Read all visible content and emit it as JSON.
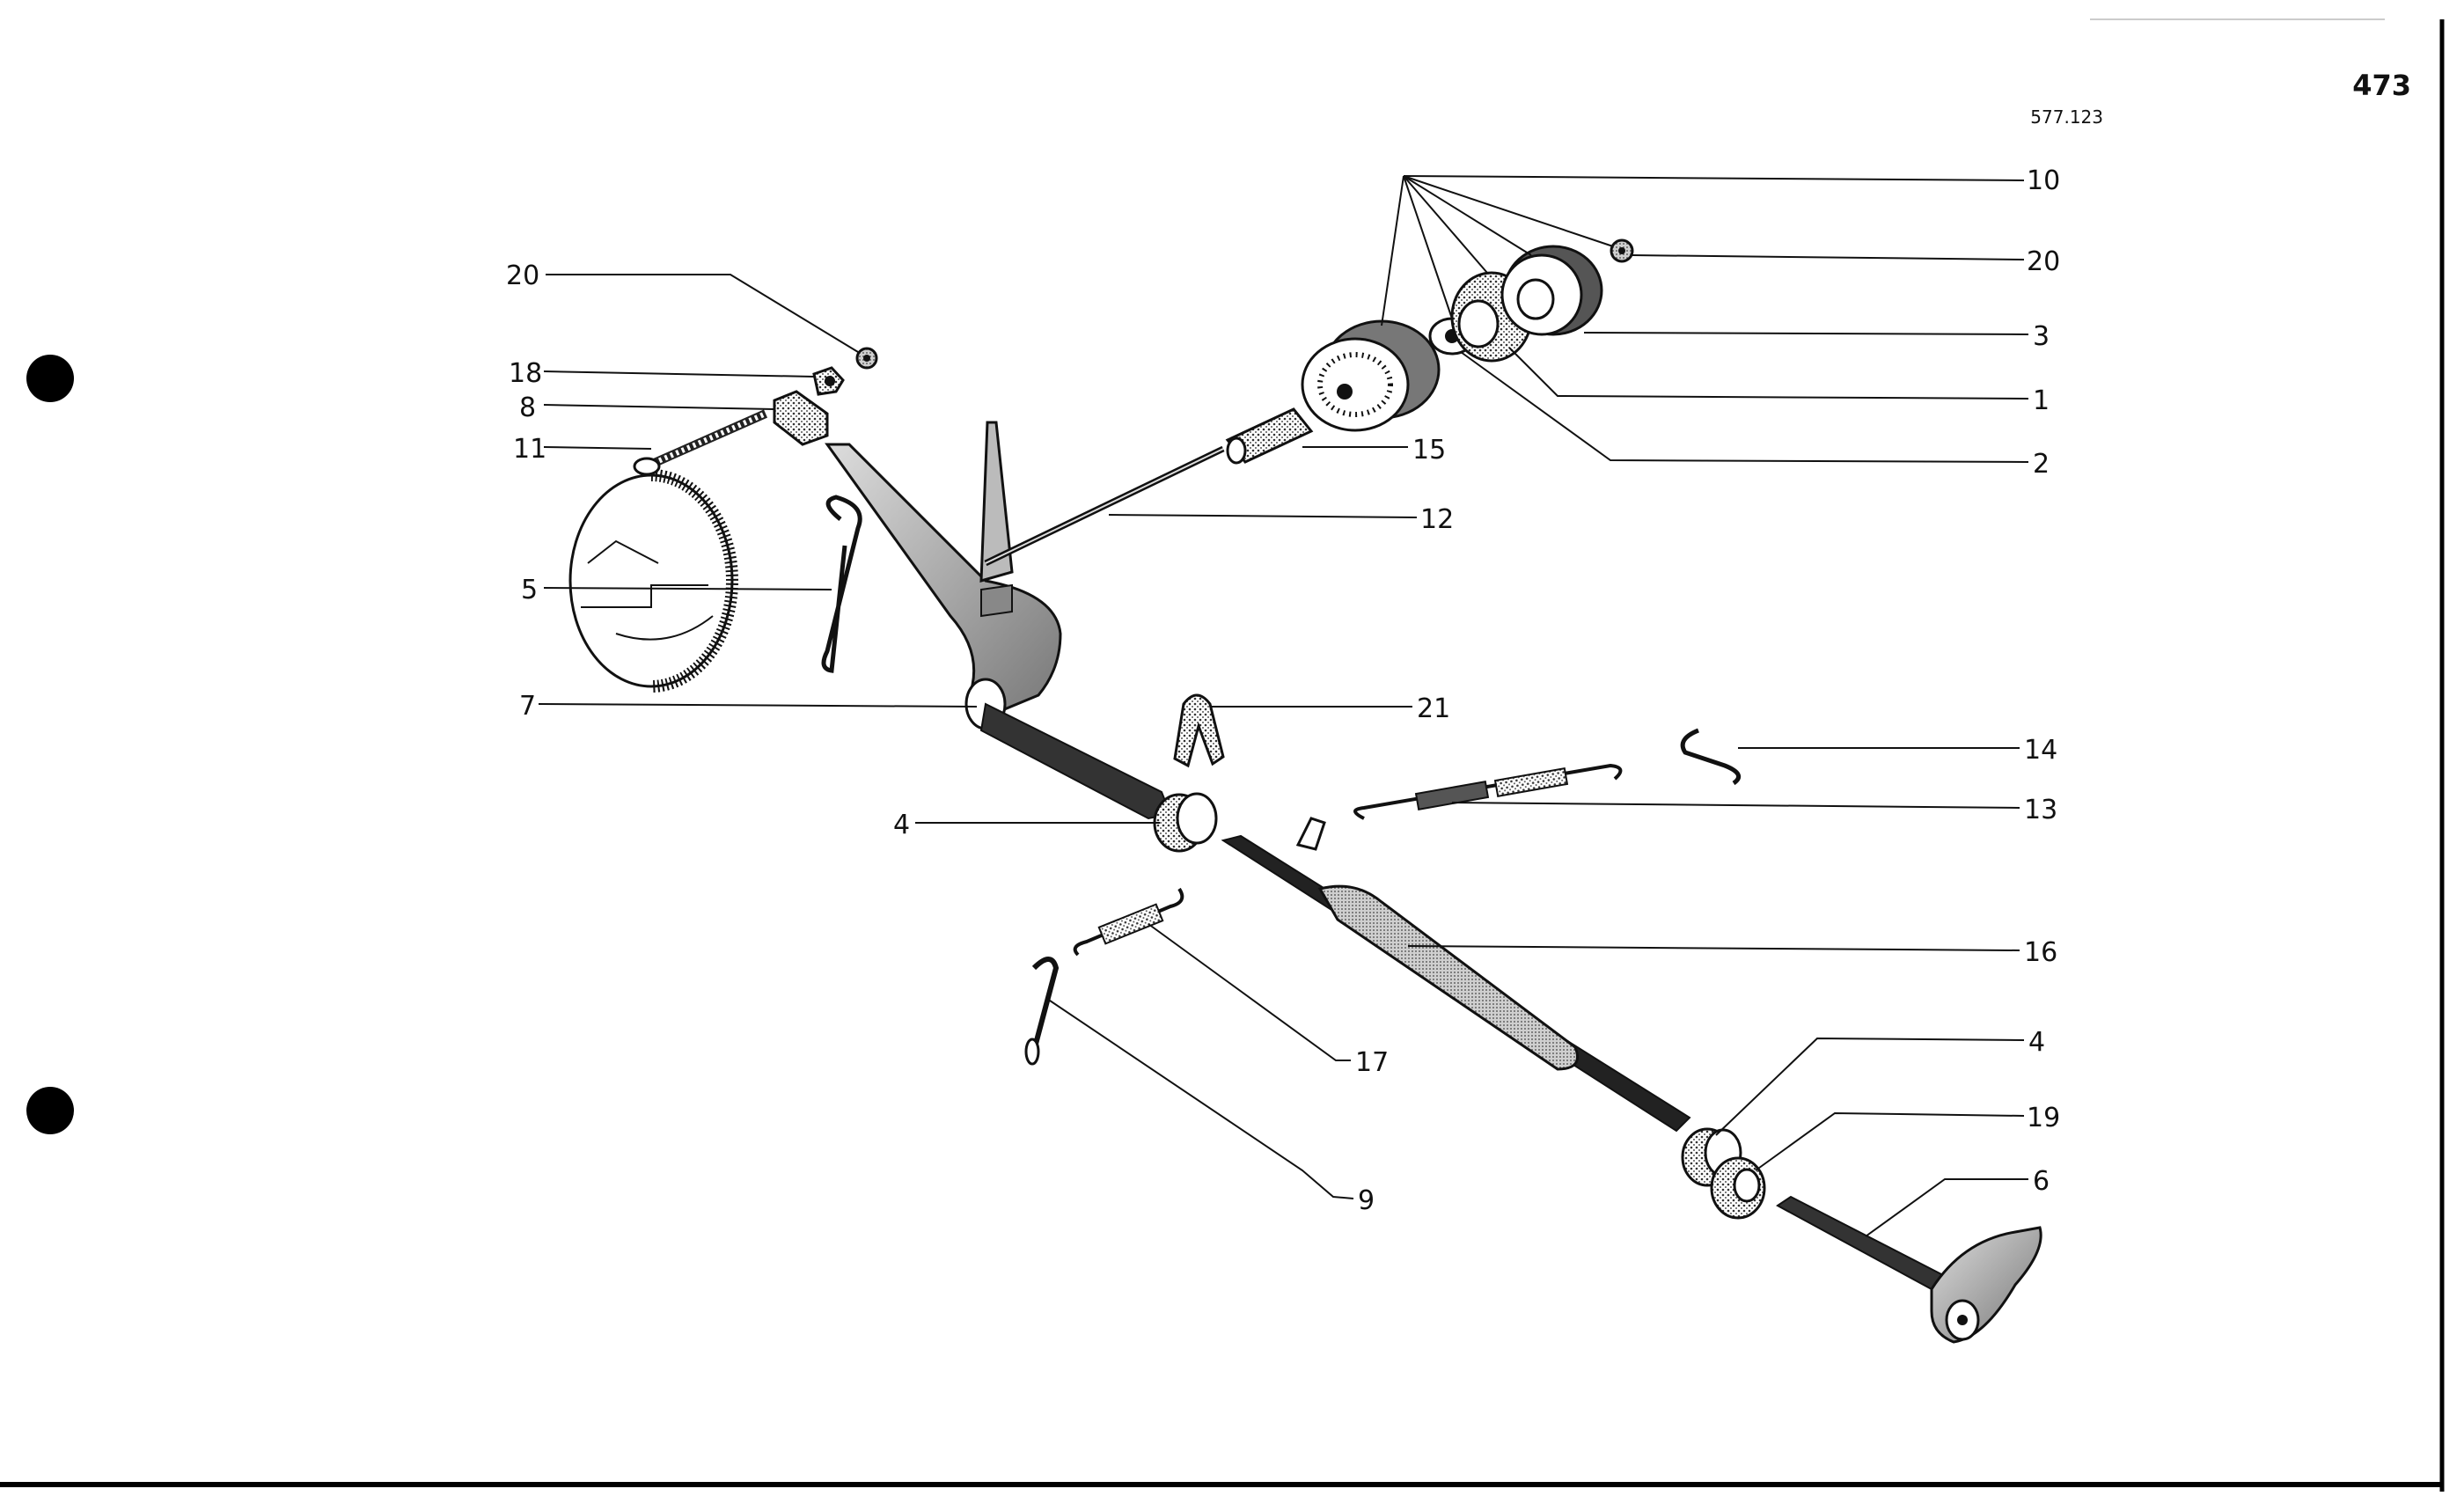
{
  "page_number": "473",
  "drawing_number": "577.123",
  "colors": {
    "ink": "#111111",
    "paper": "#ffffff",
    "shade": "#9a9a9a"
  },
  "callouts": [
    {
      "id": "c10",
      "text": "10"
    },
    {
      "id": "c20r",
      "text": "20"
    },
    {
      "id": "c3",
      "text": "3"
    },
    {
      "id": "c1",
      "text": "1"
    },
    {
      "id": "c2",
      "text": "2"
    },
    {
      "id": "c15",
      "text": "15"
    },
    {
      "id": "c12",
      "text": "12"
    },
    {
      "id": "c20l",
      "text": "20"
    },
    {
      "id": "c18",
      "text": "18"
    },
    {
      "id": "c8",
      "text": "8"
    },
    {
      "id": "c11",
      "text": "11"
    },
    {
      "id": "c5",
      "text": "5"
    },
    {
      "id": "c7",
      "text": "7"
    },
    {
      "id": "c21",
      "text": "21"
    },
    {
      "id": "c14",
      "text": "14"
    },
    {
      "id": "c13",
      "text": "13"
    },
    {
      "id": "c4a",
      "text": "4"
    },
    {
      "id": "c16",
      "text": "16"
    },
    {
      "id": "c17",
      "text": "17"
    },
    {
      "id": "c9",
      "text": "9"
    },
    {
      "id": "c4b",
      "text": "4"
    },
    {
      "id": "c19",
      "text": "19"
    },
    {
      "id": "c6",
      "text": "6"
    }
  ]
}
